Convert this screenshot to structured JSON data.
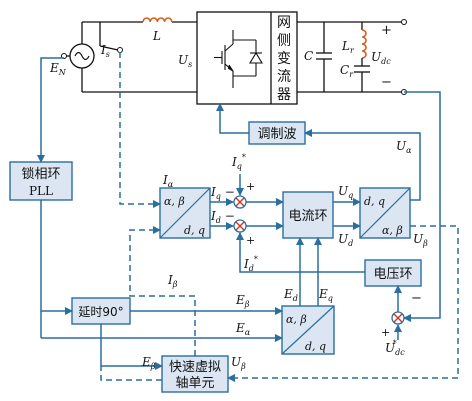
{
  "power": {
    "source": "E",
    "source_sub": "N",
    "current": "I",
    "current_sub": "s",
    "inductor": "L",
    "voltage": "U",
    "voltage_sub": "s",
    "converter_label": "网侧变流器",
    "converter_chars": [
      "网",
      "侧",
      "变",
      "流",
      "器"
    ],
    "capacitor": "C",
    "lr": "L",
    "lr_sub": "r",
    "cr": "C",
    "cr_sub": "r",
    "plus": "+",
    "minus": "−",
    "udc": "U",
    "udc_sub": "dc"
  },
  "blocks": {
    "pll_line1": "锁相环",
    "pll_line2": "PLL",
    "modulation": "调制波",
    "current_loop": "电流环",
    "voltage_loop": "电压环",
    "delay": "延时90°",
    "virtual_axis_line1": "快速虚拟",
    "virtual_axis_line2": "轴单元",
    "t1_top": "α, β",
    "t1_bottom": "d, q",
    "t2_top": "d, q",
    "t2_bottom": "α, β",
    "t3_top": "α, β",
    "t3_bottom": "d, q"
  },
  "signals": {
    "I_alpha": "α",
    "I_beta": "β",
    "Iq": "q",
    "Id": "d",
    "Iq_ref": "q",
    "Id_ref": "d",
    "Uq": "q",
    "Ud": "d",
    "U_alpha": "α",
    "U_beta": "β",
    "E_beta": "β",
    "E_alpha": "α",
    "Ed": "d",
    "Eq": "q",
    "Udc_ref": "dc",
    "star": "*"
  }
}
